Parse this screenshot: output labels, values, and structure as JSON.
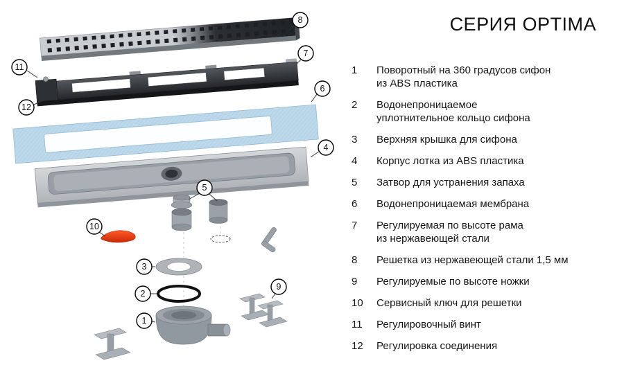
{
  "title": "СЕРИЯ OPTIMA",
  "parts": [
    {
      "num": "1",
      "label": "Поворотный на 360 градусов сифон\nиз ABS пластика"
    },
    {
      "num": "2",
      "label": "Водонепроницаемое\nуплотнительное кольцо сифона"
    },
    {
      "num": "3",
      "label": "Верхняя крышка для сифона"
    },
    {
      "num": "4",
      "label": "Корпус лотка из ABS пластика"
    },
    {
      "num": "5",
      "label": "Затвор для устранения запаха"
    },
    {
      "num": "6",
      "label": "Водонепроницаемая мембрана"
    },
    {
      "num": "7",
      "label": "Регулируемая по высоте рама\nиз нержавеющей стали"
    },
    {
      "num": "8",
      "label": "Решетка из нержавеющей стали 1,5 мм"
    },
    {
      "num": "9",
      "label": "Регулируемые по высоте ножки"
    },
    {
      "num": "10",
      "label": "Сервисный ключ для решетки"
    },
    {
      "num": "11",
      "label": "Регулировочный винт"
    },
    {
      "num": "12",
      "label": "Регулировка соединения"
    }
  ],
  "colors": {
    "accent_red": "#e8380d",
    "membrane_blue": "#bdd8ea",
    "steel_light": "#c9cdd1",
    "steel_dark": "#2c2f34"
  }
}
